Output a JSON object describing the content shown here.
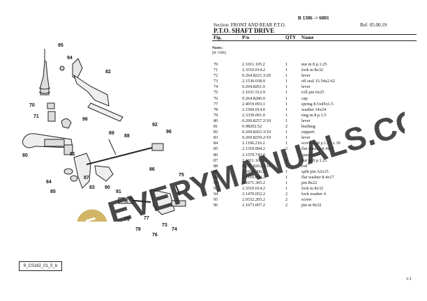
{
  "header": {
    "range": "R 1306 -> 6001",
    "section": "Section: FRONT AND REAR P.T.O.",
    "ref": "Ref: 05.00.19",
    "title": "P.T.O. SHAFT DRIVE"
  },
  "table_headers": {
    "fig": "Fig.",
    "pn": "P/n",
    "qty": "QTY",
    "name": "Name"
  },
  "notes": {
    "label": "Notes:",
    "text": "[R 1306]"
  },
  "rows": [
    {
      "fig": "70",
      "pn": "2.1011.105.2",
      "qty": "1",
      "name": "nut m 8 p.1.25"
    },
    {
      "fig": "71",
      "pn": "2.3510.014.2",
      "qty": "1",
      "name": "fork m 8x32"
    },
    {
      "fig": "72",
      "pn": "0.264.8221.3/20",
      "qty": "1",
      "name": "lever"
    },
    {
      "fig": "73",
      "pn": "2.1530.038.0",
      "qty": "1",
      "name": "oil seal 15.54x2.62"
    },
    {
      "fig": "74",
      "pn": "0.264.8261.0",
      "qty": "1",
      "name": "lever"
    },
    {
      "fig": "75",
      "pn": "2.1631.512.9",
      "qty": "1",
      "name": "roll pin 6x25"
    },
    {
      "fig": "76",
      "pn": "0.264.8286.0",
      "qty": "1",
      "name": "cap"
    },
    {
      "fig": "77",
      "pn": "2.4019.093.1",
      "qty": "1",
      "name": "spring 8.5x45x1.5"
    },
    {
      "fig": "78",
      "pn": "2.1560.014.0",
      "qty": "1",
      "name": "washer 14x24"
    },
    {
      "fig": "79",
      "pn": "2.3339.091.0",
      "qty": "1",
      "name": "ring m 8 p.1.5"
    },
    {
      "fig": "80",
      "pn": "0.269.8257.2/10",
      "qty": "1",
      "name": "lever"
    },
    {
      "fig": "81",
      "pn": "0.98202.52",
      "qty": "2",
      "name": "bushing"
    },
    {
      "fig": "82",
      "pn": "0.269.8263.3/10",
      "qty": "1",
      "name": "support"
    },
    {
      "fig": "83",
      "pn": "0.269.8259.2/10",
      "qty": "1",
      "name": "lever"
    },
    {
      "fig": "84",
      "pn": "2.1106.216.2",
      "qty": "1",
      "name": "screw m 8 p.1.25 x 30"
    },
    {
      "fig": "85",
      "pn": "2.1310.004.2",
      "qty": "2",
      "name": "flat washer 8.4x17"
    },
    {
      "fig": "86",
      "pn": "2.1579.743.0",
      "qty": "1",
      "name": "spacer"
    },
    {
      "fig": "87",
      "pn": "2.1011.105.2",
      "qty": "1",
      "name": "nut m 8 p.1.25"
    },
    {
      "fig": "88",
      "pn": "0.257.8262.2/10",
      "qty": "1",
      "name": "rod"
    },
    {
      "fig": "89",
      "pn": "2.1690.206.2",
      "qty": "1",
      "name": "split pin A2x15"
    },
    {
      "fig": "90",
      "pn": "2.1310.004.2",
      "qty": "1",
      "name": "flat washer 8.4x17"
    },
    {
      "fig": "91",
      "pn": "2.1671.305.2",
      "qty": "1",
      "name": "pin 8x22"
    },
    {
      "fig": "92",
      "pn": "2.3510.014.2",
      "qty": "1",
      "name": "fork m 8x32"
    },
    {
      "fig": "94",
      "pn": "2.1470.052.2",
      "qty": "2",
      "name": "lock washer 4"
    },
    {
      "fig": "95",
      "pn": "2.0332.205.2",
      "qty": "2",
      "name": "screw"
    },
    {
      "fig": "96",
      "pn": "2.1673.007.2",
      "qty": "2",
      "name": "pin m 8x32"
    }
  ],
  "diagram": {
    "code": "9_CS182_01_0_b",
    "callouts": [
      "95",
      "94",
      "82",
      "70",
      "71",
      "96",
      "80",
      "81",
      "89",
      "88",
      "92",
      "96",
      "84",
      "85",
      "87",
      "83",
      "86",
      "90",
      "91",
      "75",
      "79",
      "78",
      "77",
      "76",
      "73",
      "74"
    ]
  },
  "watermark": {
    "text": "EVERYMANUALS.COM",
    "logo_letter": "E",
    "color": "#2a2a2a",
    "logo_color": "#c9a94a"
  },
  "footer": {
    "page": "1/1"
  }
}
